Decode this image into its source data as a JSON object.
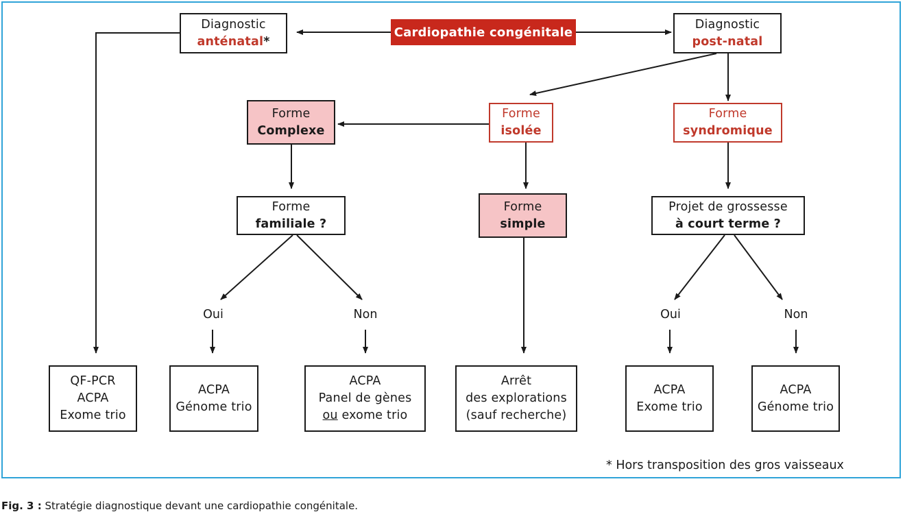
{
  "diagram": {
    "root": "Cardiopathie congénitale",
    "antenatal": {
      "line1": "Diagnostic",
      "line2": "anténatal",
      "mark": "*"
    },
    "postnatal": {
      "line1": "Diagnostic",
      "line2": "post-natal"
    },
    "complexe": {
      "line1": "Forme",
      "line2": "Complexe"
    },
    "isolee": {
      "line1": "Forme",
      "line2": "isolée"
    },
    "syndromique": {
      "line1": "Forme",
      "line2": "syndromique"
    },
    "familiale": {
      "line1": "Forme",
      "line2": "familiale ?"
    },
    "simple": {
      "line1": "Forme",
      "line2": "simple"
    },
    "grossesse": {
      "line1": "Projet de grossesse",
      "line2": "à court terme ?"
    },
    "labels": {
      "oui": "Oui",
      "non": "Non"
    },
    "results": {
      "antenatal": [
        "QF-PCR",
        "ACPA",
        "Exome trio"
      ],
      "familial_oui": [
        "ACPA",
        "Génome trio"
      ],
      "familial_non": {
        "line1": "ACPA",
        "line2": "Panel de gènes",
        "line3_underlined": "ou",
        "line3_rest": " exome trio"
      },
      "simple": [
        "Arrêt",
        "des explorations",
        "(sauf recherche)"
      ],
      "grossesse_oui": [
        "ACPA",
        "Exome trio"
      ],
      "grossesse_non": [
        "ACPA",
        "Génome trio"
      ]
    },
    "footnote": "* Hors transposition des gros vaisseaux"
  },
  "caption": {
    "label": "Fig. 3 :",
    "text": " Stratégie diagnostique devant une cardiopathie congénitale."
  },
  "colors": {
    "accent_red": "#c8281c",
    "pink_fill": "#f6c4c6",
    "frame_blue": "#2ea3d8"
  }
}
